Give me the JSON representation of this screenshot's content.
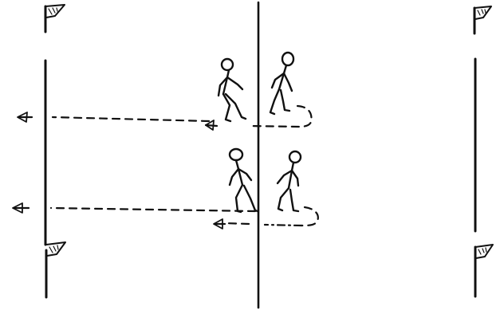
{
  "diagram": {
    "ink_color": "#111111",
    "background_color": "#ffffff",
    "elements": {
      "flags": [
        "flag-icon",
        "flag-icon",
        "flag-icon",
        "flag-icon"
      ],
      "lines": [
        "left-boundary-line",
        "center-line",
        "right-boundary-line"
      ],
      "figures": [
        "walking-figure",
        "walking-figure",
        "walking-figure",
        "walking-figure"
      ],
      "paths": [
        "dashed-path-upper",
        "dashed-path-lower"
      ],
      "arrows": [
        "arrow-left-icon",
        "arrow-left-icon",
        "arrow-left-icon",
        "arrow-left-icon"
      ]
    }
  }
}
